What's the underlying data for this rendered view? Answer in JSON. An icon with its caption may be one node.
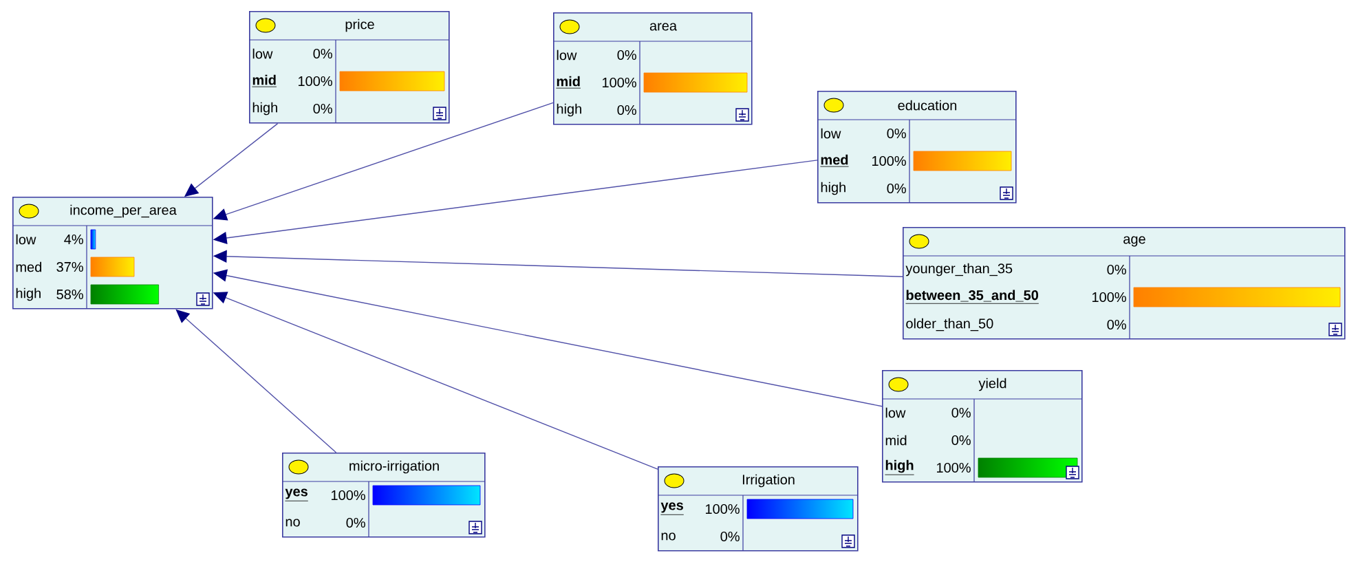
{
  "diagram": {
    "nodes": [
      {
        "text": [
          "price",
          "low",
          "0%",
          "mid",
          "100%",
          "high",
          "0%"
        ]
      },
      {
        "text": [
          "area",
          "low",
          "0%",
          "mid",
          "100%",
          "high",
          "0%"
        ]
      },
      {
        "text": [
          "income_per_area",
          "low",
          "4%",
          "med",
          "37%",
          "high",
          "58%"
        ]
      },
      {
        "text": [
          "education",
          "low",
          "0%",
          "med",
          "100%",
          "high",
          "0%"
        ]
      },
      {
        "text": [
          "age",
          "younger_than_35",
          "0%",
          "between_35_and_50",
          "100%",
          "older_than_50",
          "0%"
        ]
      },
      {
        "text": [
          "yield",
          "low",
          "0%",
          "mid",
          "0%",
          "high",
          "100%"
        ]
      },
      {
        "text": [
          "micro-irrigation",
          "yes",
          "100%",
          "no",
          "0%"
        ]
      },
      {
        "text": [
          "Irrigation",
          "yes",
          "100%",
          "no",
          "0%"
        ]
      }
    ],
    "edges": [
      {
        "from": 0,
        "to": 2,
        "arrow": "to"
      },
      {
        "from": 1,
        "to": 2,
        "arrow": "to"
      },
      {
        "from": 3,
        "to": 2,
        "arrow": "to"
      },
      {
        "from": 4,
        "to": 2,
        "arrow": "to"
      },
      {
        "from": 5,
        "to": 2,
        "arrow": "to"
      },
      {
        "from": 6,
        "to": 2,
        "arrow": "to"
      },
      {
        "from": 7,
        "to": 2,
        "arrow": "to"
      }
    ]
  }
}
